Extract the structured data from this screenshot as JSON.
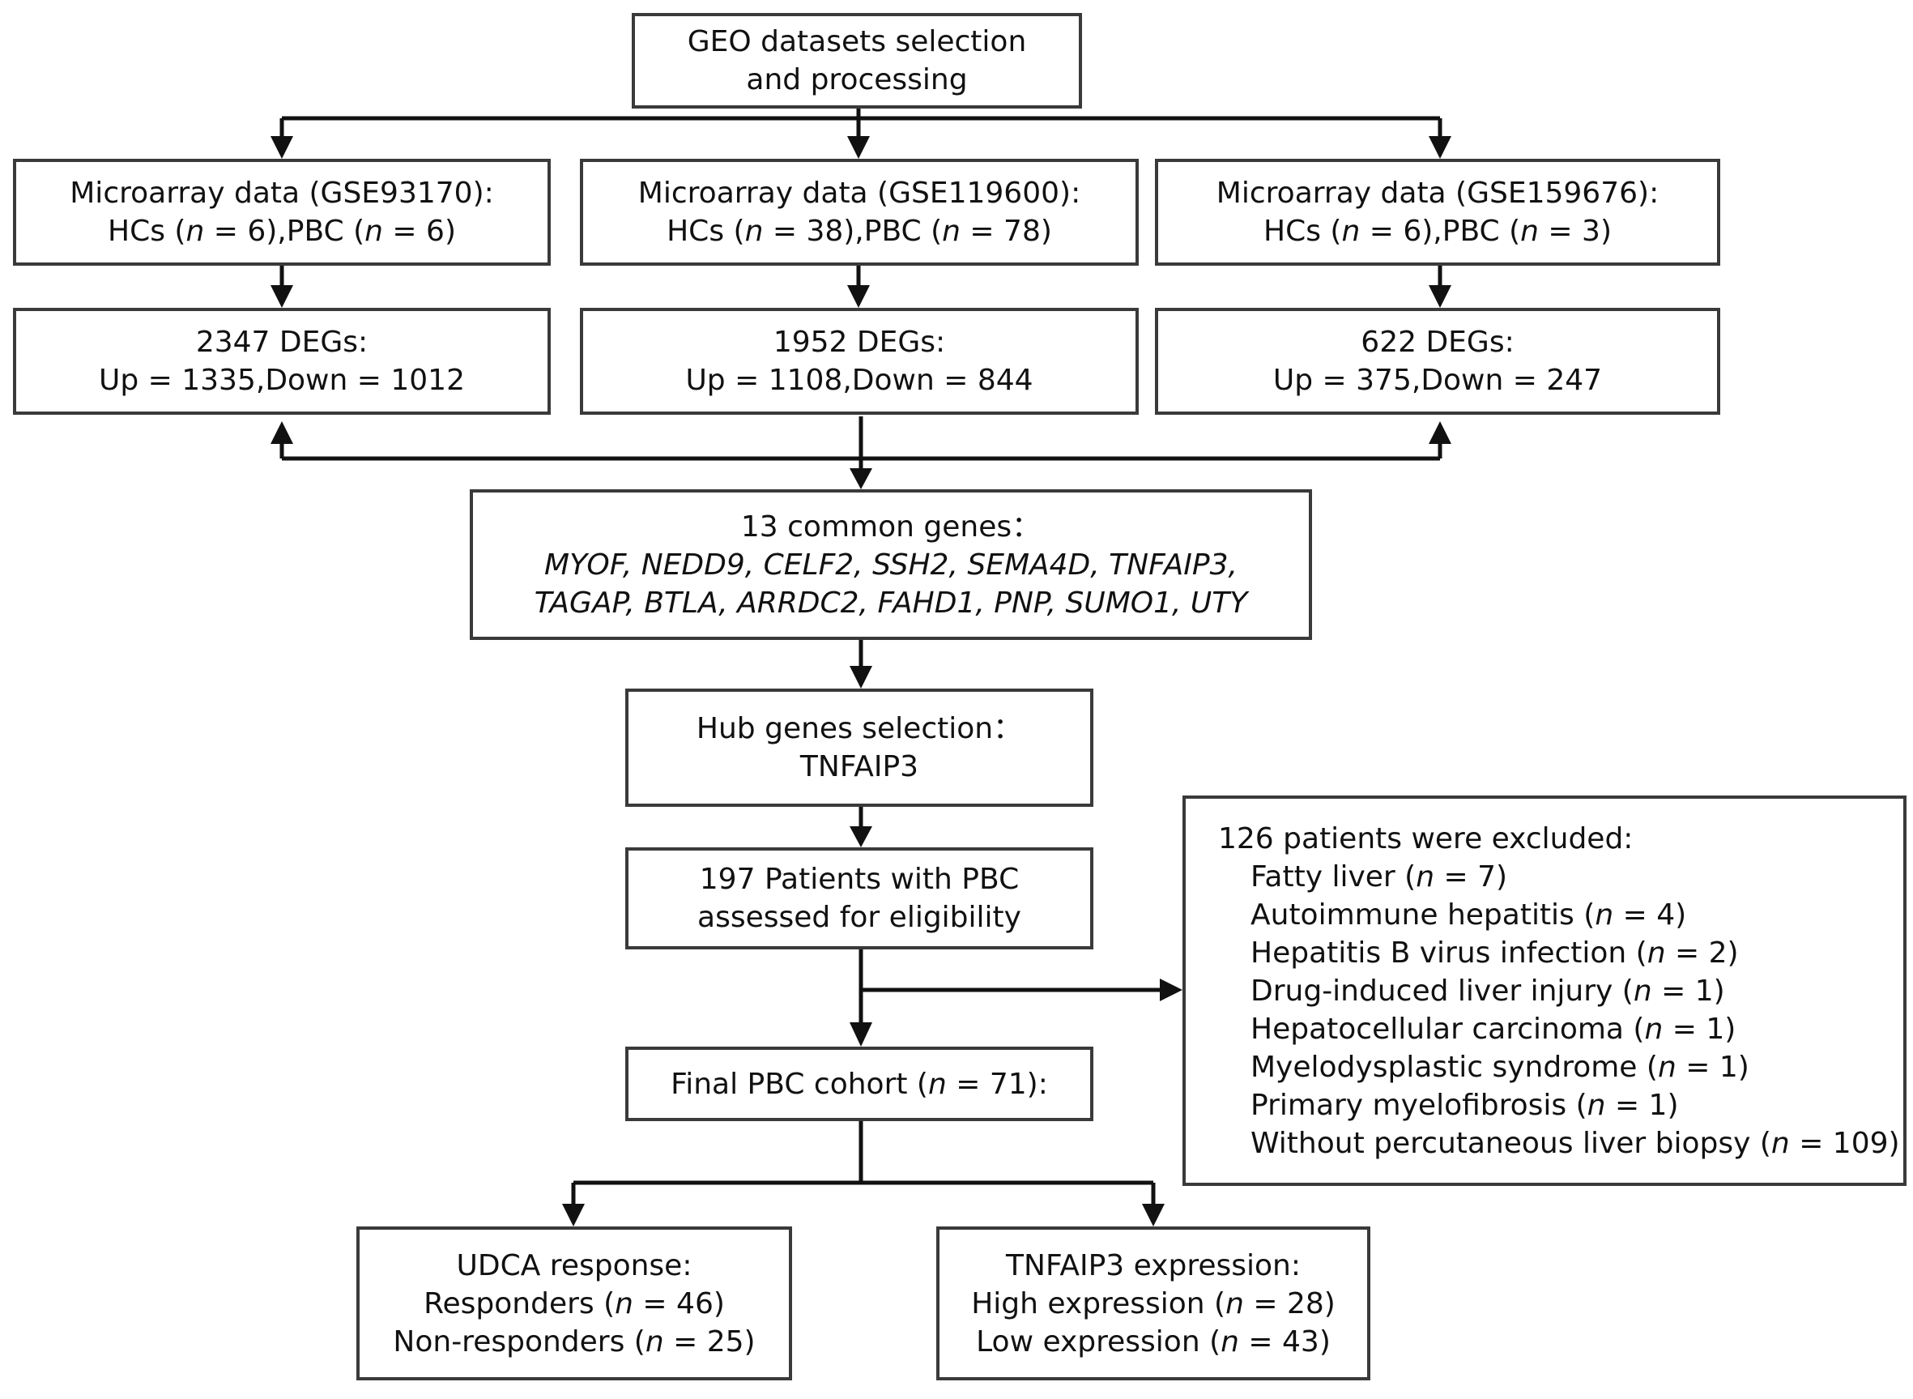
{
  "nodes": {
    "geo": {
      "line1": "GEO datasets selection",
      "line2": "and processing"
    },
    "ma1": {
      "line1": "Microarray data (GSE93170):",
      "hc_pre": "HCs (",
      "n": "n",
      "hc_post": " = 6),",
      "pbc_pre": "PBC (",
      "pbc_post": " = 6)"
    },
    "ma2": {
      "line1": "Microarray data (GSE119600):",
      "hc_pre": "HCs (",
      "n": "n",
      "hc_post": " = 38),",
      "pbc_pre": "PBC (",
      "pbc_post": " = 78)"
    },
    "ma3": {
      "line1": "Microarray data (GSE159676):",
      "hc_pre": "HCs (",
      "n": "n",
      "hc_post": " = 6),",
      "pbc_pre": "PBC (",
      "pbc_post": " = 3)"
    },
    "deg1": {
      "line1": "2347 DEGs:",
      "up": "Up = 1335,",
      "down": "Down = 1012"
    },
    "deg2": {
      "line1": "1952 DEGs:",
      "up": "Up = 1108,",
      "down": "Down = 844"
    },
    "deg3": {
      "line1": "622 DEGs:",
      "up": "Up = 375,",
      "down": "Down = 247"
    },
    "common": {
      "line1": "13 common genes：",
      "line2": "MYOF, NEDD9, CELF2, SSH2, SEMA4D, TNFAIP3,",
      "line3": "TAGAP, BTLA, ARRDC2, FAHD1, PNP, SUMO1, UTY"
    },
    "hub": {
      "line1": "Hub genes selection：",
      "line2": "TNFAIP3"
    },
    "assess": {
      "line1": "197 Patients with PBC",
      "line2": "assessed for eligibility"
    },
    "excluded": {
      "title": "126 patients were excluded:",
      "n": "n",
      "items": [
        {
          "pre": "Fatty liver (",
          "post": " = 7)"
        },
        {
          "pre": "Autoimmune hepatitis (",
          "post": " = 4)"
        },
        {
          "pre": "Hepatitis B virus infection (",
          "post": " = 2)"
        },
        {
          "pre": "Drug-induced liver injury (",
          "post": " = 1)"
        },
        {
          "pre": "Hepatocellular carcinoma (",
          "post": " = 1)"
        },
        {
          "pre": "Myelodysplastic syndrome (",
          "post": " = 1)"
        },
        {
          "pre": "Primary myelofibrosis (",
          "post": " = 1)"
        },
        {
          "pre": "Without percutaneous liver biopsy (",
          "post": " = 109)"
        }
      ]
    },
    "final": {
      "pre": "Final PBC cohort (",
      "n": "n",
      "post": " = 71):"
    },
    "udca": {
      "line1": "UDCA response:",
      "r_pre": "Responders (",
      "n": "n",
      "r_post": " = 46)",
      "nr_pre": "Non-responders (",
      "nr_post": " = 25)"
    },
    "tnf": {
      "line1": "TNFAIP3 expression:",
      "h_pre": "High expression (",
      "n": "n",
      "h_post": " = 28)",
      "l_pre": "Low expression (",
      "l_post": " = 43)"
    }
  },
  "colors": {
    "stroke": "#3a3a3a",
    "arrow": "#111111"
  }
}
